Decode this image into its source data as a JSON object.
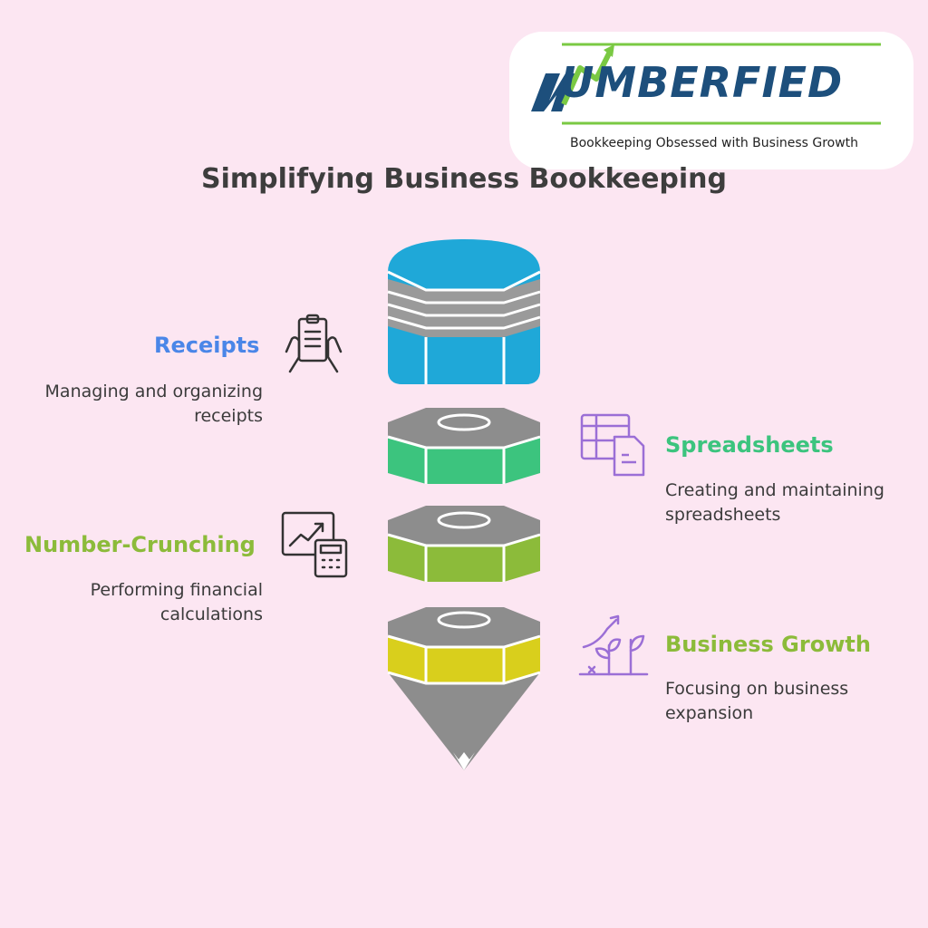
{
  "logo": {
    "wordmark": "UMBERFIED",
    "tagline": "Bookkeeping Obsessed with Business Growth"
  },
  "title": "Simplifying Business Bookkeeping",
  "stages": [
    {
      "heading": "Receipts",
      "description": "Managing and organizing receipts",
      "color": "#1fa8d8",
      "icon": "receipt-in-hands-icon"
    },
    {
      "heading": "Spreadsheets",
      "description": "Creating and maintaining spreadsheets",
      "color": "#3cc47e",
      "icon": "spreadsheet-document-icon"
    },
    {
      "heading": "Number-Crunching",
      "description": "Performing financial calculations",
      "color": "#8cbb3a",
      "icon": "chart-calculator-icon"
    },
    {
      "heading": "Business Growth",
      "description": "Focusing on business expansion",
      "color": "#d9cf1c",
      "icon": "plant-growth-icon"
    }
  ],
  "colors": {
    "receipts_heading": "#4a86e8",
    "spreadsheets_heading": "#3cc47e",
    "number_crunching_heading": "#8cbb3a",
    "business_growth_heading": "#8cbb3a",
    "icon_stroke_left": "#333333",
    "icon_stroke_right": "#9b6fd6",
    "cap_gray": "#8d8d8d"
  }
}
